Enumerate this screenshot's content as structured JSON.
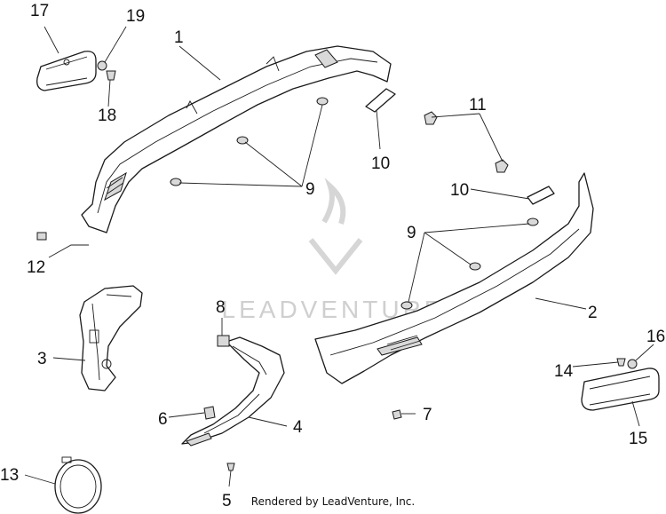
{
  "watermark": {
    "text": "LEADVENTURE"
  },
  "footer": {
    "credit": "Rendered by LeadVenture, Inc."
  },
  "callouts": {
    "n1": "1",
    "n2": "2",
    "n3": "3",
    "n4": "4",
    "n5": "5",
    "n6": "6",
    "n7": "7",
    "n8": "8",
    "n9a": "9",
    "n9b": "9",
    "n10a": "10",
    "n10b": "10",
    "n11": "11",
    "n12": "12",
    "n13": "13",
    "n14": "14",
    "n15": "15",
    "n16": "16",
    "n17": "17",
    "n18": "18",
    "n19": "19"
  }
}
